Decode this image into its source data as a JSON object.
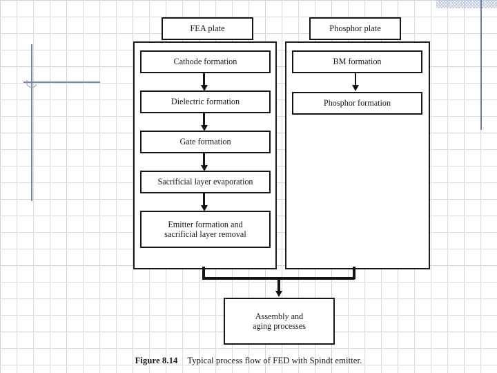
{
  "figure": {
    "caption_label": "Figure 8.14",
    "caption_text": "Typical process flow of FED with Spindt emitter.",
    "ink_color": "#141414",
    "background_color": "#ffffff",
    "grid_color": "#b9c0d4",
    "annotation_color": "#7686a4"
  },
  "columns": [
    {
      "header": "FEA plate",
      "steps": [
        {
          "label": "Cathode formation"
        },
        {
          "label": "Dielectric formation"
        },
        {
          "label": "Gate formation"
        },
        {
          "label": "Sacrificial layer evaporation"
        },
        {
          "label": "Emitter formation and",
          "label2": "sacrificial layer removal"
        }
      ]
    },
    {
      "header": "Phosphor plate",
      "steps": [
        {
          "label": "BM formation"
        },
        {
          "label": "Phosphor formation"
        }
      ]
    }
  ],
  "final_step": {
    "line1": "Assembly and",
    "line2": "aging processes"
  }
}
